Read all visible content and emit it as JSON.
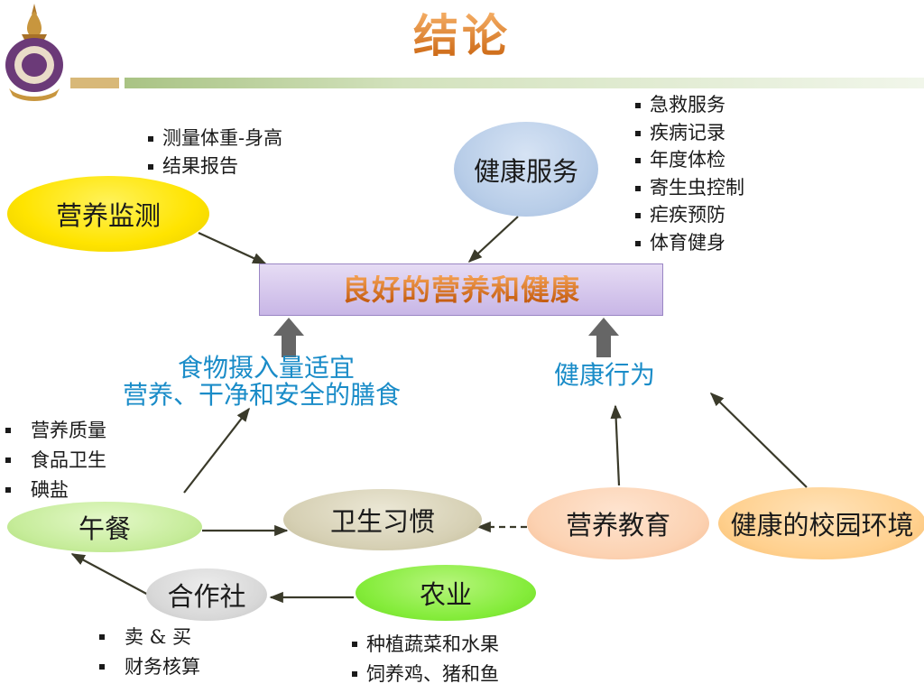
{
  "title": "结论",
  "center_box": "良好的营养和健康",
  "nodes": {
    "nutrition_monitoring": "营养监测",
    "health_services": "健康服务",
    "lunch": "午餐",
    "hygiene_habits": "卫生习惯",
    "nutrition_education": "营养教育",
    "healthy_campus": "健康的校园环境",
    "cooperative": "合作社",
    "agriculture": "农业"
  },
  "middle_labels": {
    "food_intake_line1": "食物摄入量适宜",
    "food_intake_line2": "营养、干净和安全的膳食",
    "health_behavior": "健康行为"
  },
  "lists": {
    "monitoring_items": [
      "测量体重-身高",
      "结果报告"
    ],
    "health_service_items": [
      "急救服务",
      "疾病记录",
      "年度体检",
      "寄生虫控制",
      "疟疾预防",
      "体育健身"
    ],
    "lunch_items": [
      "营养质量",
      "食品卫生",
      "碘盐"
    ],
    "cooperative_items": [
      "卖 & 买",
      "财务核算"
    ],
    "agriculture_items": [
      "种植蔬菜和水果",
      "饲养鸡、猪和鱼"
    ]
  },
  "colors": {
    "title_gradient": [
      "#f7b26a",
      "#c8610c"
    ],
    "monitoring_fill": "#ffee00",
    "health_service_fill": "#b8cde8",
    "lunch_fill": "#c6ec9a",
    "hygiene_fill": "#d6d0b4",
    "education_fill": "#fcd2b2",
    "campus_fill": "#ffd08e",
    "cooperative_fill": "#d8d8d8",
    "agriculture_fill": "#84ec3a",
    "center_fill": "#d8cbef",
    "label_cyan": "#1a8cc8",
    "arrow": "#3a3a2a"
  }
}
